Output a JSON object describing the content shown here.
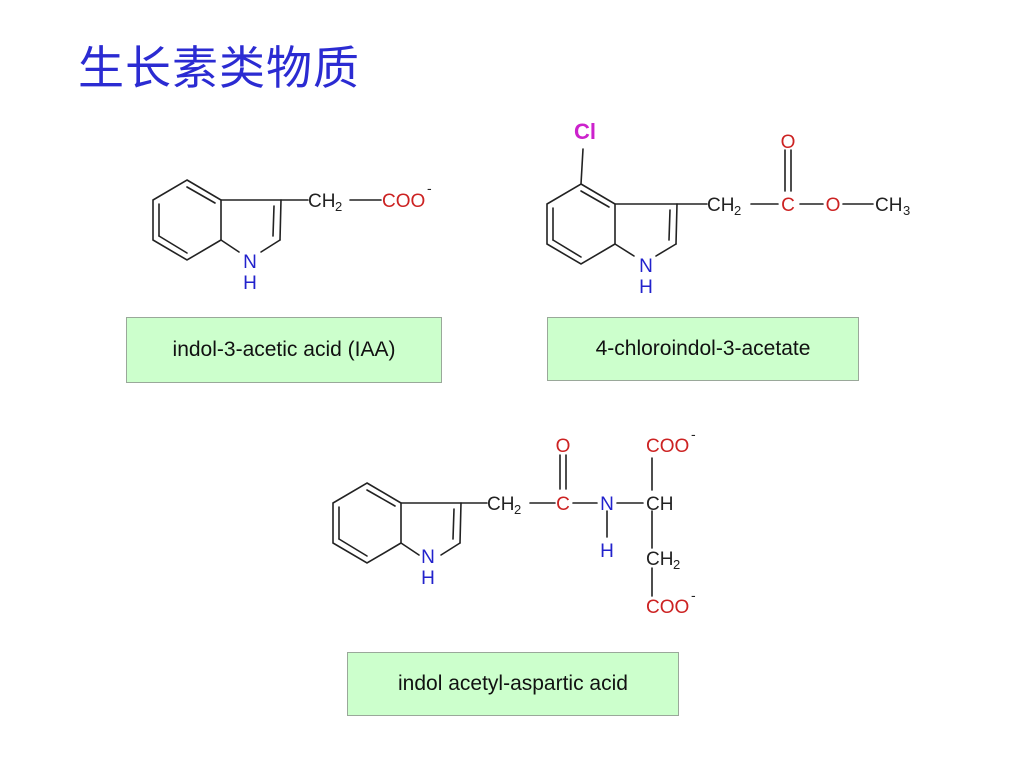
{
  "slide": {
    "title": "生长素类物质",
    "colors": {
      "title": "#2b2bd2",
      "bond": "#222222",
      "nitrogen": "#2222cc",
      "oxygen": "#cc2222",
      "chlorine": "#cc22cc",
      "label_background": "#ccffcc"
    }
  },
  "molecules": [
    {
      "label": "indol-3-acetic acid (IAA)",
      "atoms": {
        "n": "N",
        "h": "H",
        "ch": "CH",
        "sub2": "2",
        "coo": "COO",
        "charge": "-"
      }
    },
    {
      "label": "4-chloroindol-3-acetate",
      "atoms": {
        "cl": "Cl",
        "n": "N",
        "h": "H",
        "ch": "CH",
        "sub2": "2",
        "c": "C",
        "o": "O",
        "ch3": "CH",
        "sub3": "3"
      }
    },
    {
      "label": "indol acetyl-aspartic acid",
      "atoms": {
        "n": "N",
        "h": "H",
        "ch": "CH",
        "sub2": "2",
        "c": "C",
        "o": "O",
        "coo": "COO",
        "charge": "-"
      }
    }
  ]
}
